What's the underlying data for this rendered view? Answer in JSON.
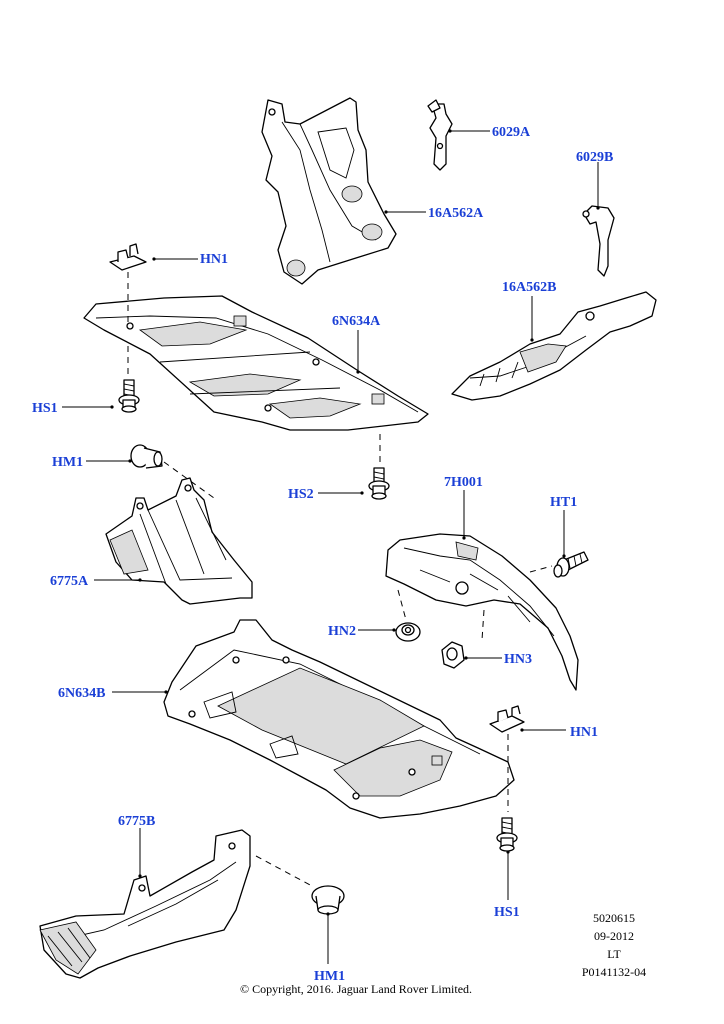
{
  "colors": {
    "callout": "#1a3fd6",
    "line": "#000000",
    "background": "#ffffff"
  },
  "callouts": {
    "p6029A": "6029A",
    "p6029B": "6029B",
    "p16A562A": "16A562A",
    "p16A562B": "16A562B",
    "pHN1_top": "HN1",
    "p6N634A": "6N634A",
    "pHS1_left": "HS1",
    "pHM1_left": "HM1",
    "pHS2": "HS2",
    "p7H001": "7H001",
    "pHT1": "HT1",
    "p6775A": "6775A",
    "pHN2": "HN2",
    "pHN3": "HN3",
    "p6N634B": "6N634B",
    "pHN1_right": "HN1",
    "p6775B": "6775B",
    "pHS1_bottom": "HS1",
    "pHM1_bottom": "HM1"
  },
  "info_block": {
    "line1": "5020615",
    "line2": "09-2012",
    "line3": "LT",
    "line4": "P0141132-04"
  },
  "copyright": "© Copyright, 2016. Jaguar Land Rover Limited."
}
